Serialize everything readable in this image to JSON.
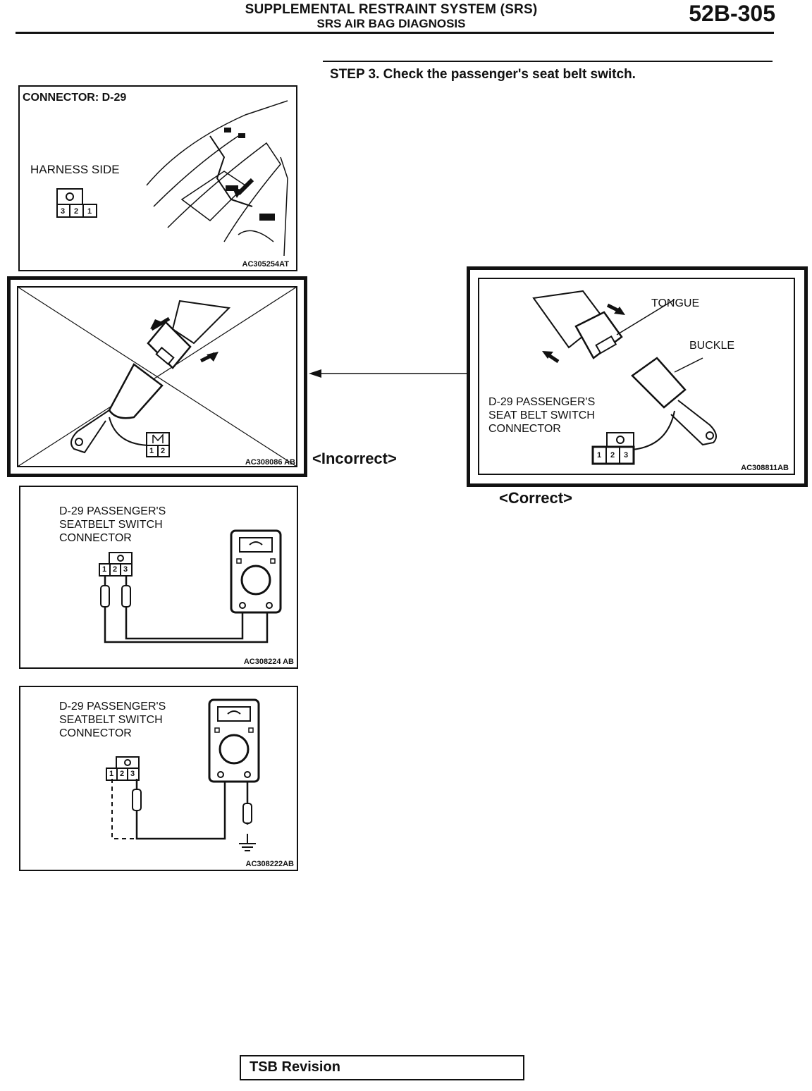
{
  "header": {
    "title": "SUPPLEMENTAL RESTRAINT SYSTEM (SRS)",
    "subtitle": "SRS AIR BAG DIAGNOSIS",
    "page_number": "52B-305"
  },
  "step": {
    "text": "STEP 3. Check the passenger's seat belt switch."
  },
  "figures": {
    "connector": {
      "title": "CONNECTOR: D-29",
      "label": "HARNESS SIDE",
      "pins": [
        "3",
        "2",
        "1"
      ],
      "code": "AC305254AT"
    },
    "incorrect": {
      "pins": [
        "1",
        "2"
      ],
      "code": "AC308086 AB",
      "caption": "<Incorrect>"
    },
    "correct": {
      "tongue": "TONGUE",
      "buckle": "BUCKLE",
      "connector_label": "D-29 PASSENGER'S\nSEAT BELT SWITCH\nCONNECTOR",
      "pins": [
        "1",
        "2",
        "3"
      ],
      "code": "AC308811AB",
      "caption": "<Correct>"
    },
    "meter1": {
      "label": "D-29 PASSENGER'S\nSEATBELT SWITCH\nCONNECTOR",
      "pins": [
        "1",
        "2",
        "3"
      ],
      "code": "AC308224 AB"
    },
    "meter2": {
      "label": "D-29 PASSENGER'S\nSEATBELT SWITCH\nCONNECTOR",
      "pins": [
        "1",
        "2",
        "3"
      ],
      "code": "AC308222AB"
    }
  },
  "footer": {
    "tsb": "TSB Revision"
  },
  "icons": [
    "car-interior-illustration",
    "seat-belt-buckle-icon",
    "multimeter-icon",
    "ground-icon",
    "arrow-left-icon",
    "connector-icon"
  ]
}
